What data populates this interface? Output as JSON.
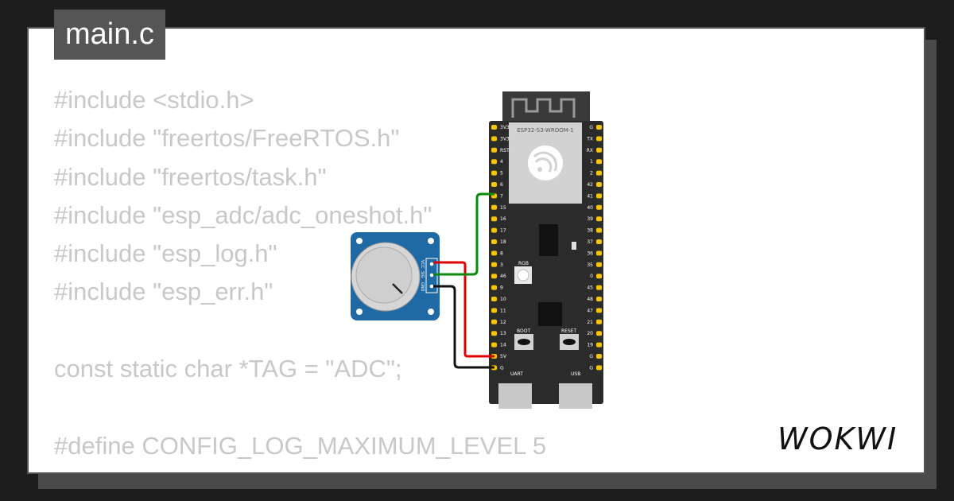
{
  "editor": {
    "file_tab": "main.c",
    "code_lines": [
      "#include <stdio.h>",
      "#include \"freertos/FreeRTOS.h\"",
      "#include \"freertos/task.h\"",
      "#include \"esp_adc/adc_oneshot.h\"",
      "#include \"esp_log.h\"",
      "#include \"esp_err.h\"",
      "",
      "const static char *TAG = \"ADC\";",
      "",
      "#define CONFIG_LOG_MAXIMUM_LEVEL 5"
    ]
  },
  "board": {
    "module_label": "ESP32-S3-WROOM-1",
    "left_pins": [
      "3V3",
      "3V3",
      "RST",
      "4",
      "5",
      "6",
      "7",
      "15",
      "16",
      "17",
      "18",
      "8",
      "3",
      "46",
      "9",
      "10",
      "11",
      "12",
      "13",
      "14",
      "5V",
      "G"
    ],
    "right_pins": [
      "G",
      "TX",
      "RX",
      "1",
      "2",
      "42",
      "41",
      "40",
      "39",
      "38",
      "37",
      "36",
      "35",
      "0",
      "45",
      "48",
      "47",
      "21",
      "20",
      "19",
      "G",
      "G"
    ],
    "rgb_label": "RGB",
    "boot_label": "BOOT",
    "reset_label": "RESET",
    "uart_label": "UART",
    "usb_label": "USB"
  },
  "potentiometer": {
    "pin_labels": [
      "VCC",
      "SIG",
      "GND"
    ]
  },
  "brand": {
    "logo_text": "WOKWI"
  },
  "colors": {
    "background": "#1d1d1d",
    "card": "#ffffff",
    "tab": "#555555",
    "code_text": "#c8c8c8",
    "board": "#2b2b2b",
    "pin": "#f5c400",
    "pot_body": "#1f6aa5",
    "wire_red": "#e00000",
    "wire_green": "#0a8a0a",
    "wire_black": "#111111"
  }
}
